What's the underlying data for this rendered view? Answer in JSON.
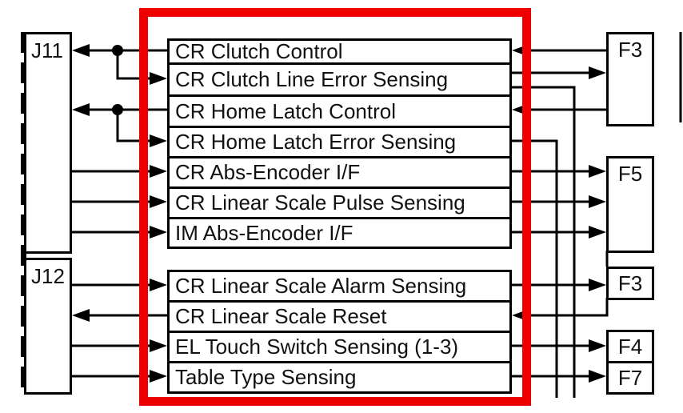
{
  "connectors_left": [
    {
      "label": "J11"
    },
    {
      "label": "J12"
    }
  ],
  "signals": [
    {
      "label": "CR Clutch Control"
    },
    {
      "label": "CR Clutch Line Error Sensing"
    },
    {
      "label": "CR Home Latch Control"
    },
    {
      "label": "CR Home Latch Error Sensing"
    },
    {
      "label": "CR Abs-Encoder I/F"
    },
    {
      "label": "CR Linear Scale Pulse Sensing"
    },
    {
      "label": "IM Abs-Encoder I/F"
    },
    {
      "label": "CR Linear Scale Alarm Sensing"
    },
    {
      "label": "CR Linear Scale Reset"
    },
    {
      "label": "EL Touch Switch Sensing (1-3)"
    },
    {
      "label": "Table Type Sensing"
    }
  ],
  "connectors_right": [
    {
      "label": "F3"
    },
    {
      "label": "F5"
    },
    {
      "label": "F3"
    },
    {
      "label": "F4"
    },
    {
      "label": "F7"
    }
  ],
  "colors": {
    "highlight": "#ee0000",
    "line": "#000000",
    "background": "#ffffff"
  }
}
